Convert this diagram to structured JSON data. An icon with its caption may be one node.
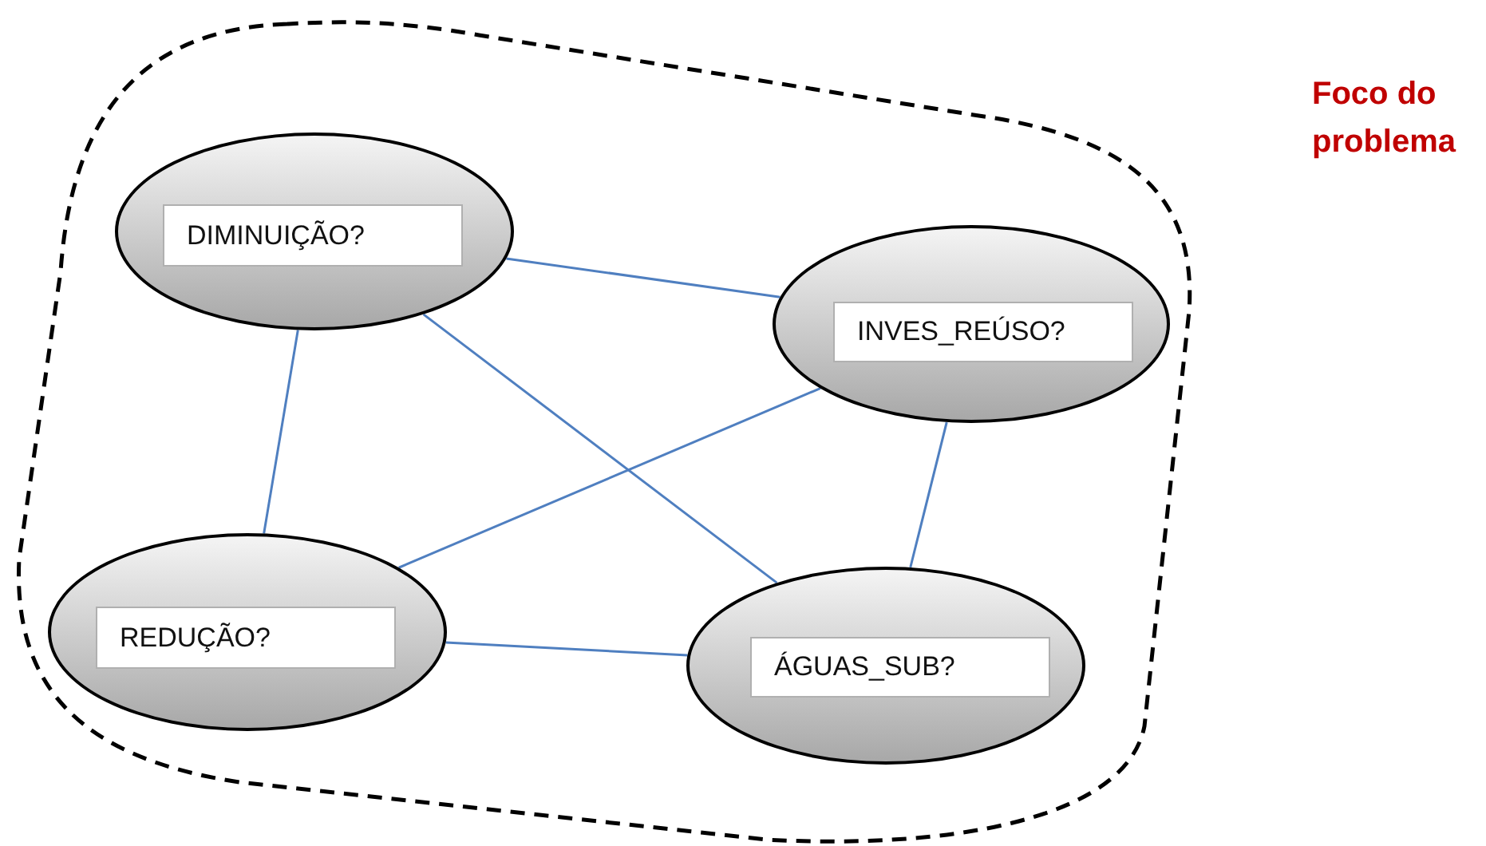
{
  "diagram": {
    "nodes": [
      {
        "text": [],
        "shape": "box",
        "beside": [
          "Foco do problema"
        ]
      },
      {
        "text": [
          "DIMINUIÇÃO?"
        ],
        "in": 0
      },
      {
        "text": [
          "INVES_REÚSO?"
        ],
        "in": 0
      },
      {
        "text": [
          "REDUÇÃO?"
        ],
        "in": 0
      },
      {
        "text": [
          "ÁGUAS_SUB?"
        ],
        "in": 0
      }
    ],
    "edges": [
      {
        "from": 1,
        "to": 2,
        "arrow": "none"
      },
      {
        "from": 1,
        "to": 3,
        "arrow": "none"
      },
      {
        "from": 1,
        "to": 4,
        "arrow": "none"
      },
      {
        "from": 2,
        "to": 3,
        "arrow": "none"
      },
      {
        "from": 2,
        "to": 4,
        "arrow": "none"
      },
      {
        "from": 3,
        "to": 4,
        "arrow": "none"
      }
    ]
  }
}
